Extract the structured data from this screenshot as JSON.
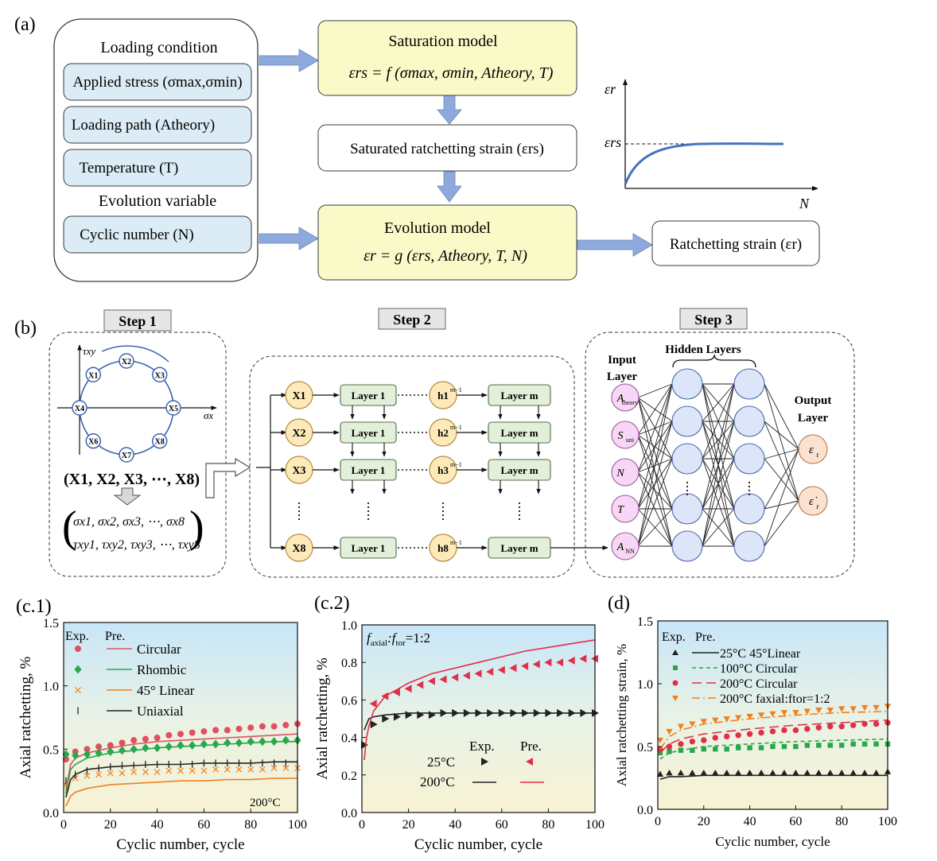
{
  "panel_a": {
    "label": "(a)",
    "loading_condition_title": "Loading condition",
    "applied_stress": "Applied stress (σmax,σmin)",
    "loading_path": "Loading path (Atheory)",
    "temperature": "Temperature (T)",
    "evolution_variable_title": "Evolution variable",
    "cyclic_number": "Cyclic number (N)",
    "saturation_model_title": "Saturation model",
    "saturation_equation": "εrs = f (σmax, σmin, Atheory, T)",
    "saturated_strain": "Saturated ratchetting strain (εrs)",
    "evolution_model_title": "Evolution model",
    "evolution_equation": "εr = g (εrs, Atheory, T, N)",
    "ratchetting_strain": "Ratchetting strain (εr)",
    "inset": {
      "ylabel": "εr",
      "saturation_label": "εrs",
      "xlabel": "N"
    },
    "colors": {
      "light_blue": "#dcecf6",
      "light_yellow": "#fafac8",
      "arrow": "#8eaadc",
      "curve": "#4472c4"
    }
  },
  "panel_b": {
    "label": "(b)",
    "step1": "Step 1",
    "step2": "Step 2",
    "step3": "Step 3",
    "axis_tau": "τxy",
    "axis_sigma": "σx",
    "circle_nodes": [
      "X1",
      "X2",
      "X3",
      "X4",
      "X5",
      "X6",
      "X7",
      "X8"
    ],
    "vector": "(X1, X2, X3, ⋯, X8)",
    "sigma_row": "σx1, σx2, σx3, ⋯, σx8",
    "tau_row": "τxy1, τxy2, τxy3, ⋯, τxy8",
    "rnn_inputs": [
      "X1",
      "X2",
      "X3",
      "X8"
    ],
    "layer1": "Layer 1",
    "layerm": "Layer m",
    "hidden_states": [
      "h1m−1",
      "h2m−1",
      "h3m−1",
      "h8m−1"
    ],
    "input_layer_label": "Input Layer",
    "hidden_layers_label": "Hidden Layers",
    "output_layer_label": "Output Layer",
    "input_nodes": [
      "Atheory",
      "Suni",
      "N",
      "T",
      "ANN"
    ],
    "output_nodes": [
      "εr",
      "ε̇r"
    ],
    "colors": {
      "yellow_node": "#fdeab8",
      "green_box": "#e2efd9",
      "pink_node": "#f7d7f5",
      "blue_node": "#dce6f8",
      "peach_node": "#fbe1cf"
    }
  },
  "panel_c1": {
    "label": "(c.1)",
    "chart_data": {
      "type": "scatter",
      "xlabel": "Cyclic number, cycle",
      "ylabel": "Axial ratchetting, %",
      "xlim": [
        0,
        100
      ],
      "ylim": [
        0,
        1.5
      ],
      "xticks": [
        0,
        20,
        40,
        60,
        80,
        100
      ],
      "yticks": [
        0.0,
        0.5,
        1.0,
        1.5
      ],
      "legend_headers": [
        "Exp.",
        "Pre."
      ],
      "annotation": "200°C",
      "series": [
        {
          "name": "Circular",
          "color": "#e05060",
          "marker": "circle",
          "exp_x": [
            1,
            5,
            10,
            15,
            20,
            25,
            30,
            35,
            40,
            45,
            50,
            55,
            60,
            65,
            70,
            75,
            80,
            85,
            90,
            95,
            100
          ],
          "exp_y": [
            0.42,
            0.48,
            0.5,
            0.52,
            0.53,
            0.55,
            0.57,
            0.58,
            0.59,
            0.61,
            0.62,
            0.63,
            0.64,
            0.65,
            0.65,
            0.66,
            0.67,
            0.68,
            0.68,
            0.69,
            0.7
          ],
          "pre_x": [
            1,
            3,
            5,
            10,
            20,
            30,
            40,
            50,
            60,
            70,
            80,
            90,
            100
          ],
          "pre_y": [
            0.18,
            0.38,
            0.43,
            0.47,
            0.51,
            0.54,
            0.56,
            0.57,
            0.58,
            0.59,
            0.6,
            0.61,
            0.62
          ]
        },
        {
          "name": "Rhombic",
          "color": "#27a84a",
          "marker": "diamond",
          "exp_x": [
            1,
            5,
            10,
            15,
            20,
            25,
            30,
            35,
            40,
            45,
            50,
            55,
            60,
            65,
            70,
            75,
            80,
            85,
            90,
            95,
            100
          ],
          "exp_y": [
            0.46,
            0.45,
            0.46,
            0.47,
            0.48,
            0.49,
            0.5,
            0.51,
            0.51,
            0.52,
            0.53,
            0.53,
            0.54,
            0.54,
            0.55,
            0.55,
            0.56,
            0.56,
            0.56,
            0.57,
            0.57
          ],
          "pre_x": [
            1,
            3,
            5,
            10,
            20,
            30,
            40,
            50,
            60,
            70,
            80,
            90,
            100
          ],
          "pre_y": [
            0.15,
            0.34,
            0.38,
            0.43,
            0.47,
            0.49,
            0.51,
            0.52,
            0.53,
            0.54,
            0.55,
            0.56,
            0.56
          ]
        },
        {
          "name": "45° Linear",
          "color": "#f08020",
          "marker": "x",
          "exp_x": [
            1,
            5,
            10,
            15,
            20,
            25,
            30,
            35,
            40,
            45,
            50,
            55,
            60,
            65,
            70,
            75,
            80,
            85,
            90,
            95,
            100
          ],
          "exp_y": [
            0.22,
            0.27,
            0.29,
            0.3,
            0.31,
            0.31,
            0.32,
            0.32,
            0.32,
            0.33,
            0.33,
            0.33,
            0.33,
            0.34,
            0.34,
            0.34,
            0.34,
            0.34,
            0.35,
            0.35,
            0.35
          ],
          "pre_x": [
            1,
            3,
            5,
            10,
            20,
            30,
            40,
            50,
            60,
            70,
            80,
            90,
            100
          ],
          "pre_y": [
            0.05,
            0.13,
            0.16,
            0.19,
            0.22,
            0.23,
            0.24,
            0.25,
            0.25,
            0.26,
            0.26,
            0.27,
            0.27
          ]
        },
        {
          "name": "Uniaxial",
          "color": "#222222",
          "marker": "plus",
          "exp_x": [
            1,
            5,
            10,
            15,
            20,
            25,
            30,
            35,
            40,
            45,
            50,
            55,
            60,
            65,
            70,
            75,
            80,
            85,
            90,
            95,
            100
          ],
          "exp_y": [
            0.25,
            0.3,
            0.33,
            0.35,
            0.36,
            0.37,
            0.37,
            0.38,
            0.38,
            0.38,
            0.38,
            0.38,
            0.39,
            0.39,
            0.39,
            0.39,
            0.39,
            0.39,
            0.39,
            0.39,
            0.39
          ],
          "pre_x": [
            1,
            3,
            5,
            10,
            20,
            30,
            40,
            50,
            60,
            70,
            80,
            90,
            100
          ],
          "pre_y": [
            0.12,
            0.26,
            0.3,
            0.34,
            0.36,
            0.37,
            0.38,
            0.38,
            0.39,
            0.39,
            0.39,
            0.4,
            0.4
          ]
        }
      ]
    }
  },
  "panel_c2": {
    "label": "(c.2)",
    "chart_data": {
      "type": "scatter",
      "xlabel": "Cyclic number, cycle",
      "ylabel": "Axial ratchetting, %",
      "xlim": [
        0,
        100
      ],
      "ylim": [
        0,
        1.0
      ],
      "xticks": [
        0,
        20,
        40,
        60,
        80,
        100
      ],
      "yticks": [
        0.0,
        0.2,
        0.4,
        0.6,
        0.8,
        1.0
      ],
      "annotation": "faxial:ftor=1:2",
      "legend_headers": [
        "Exp.",
        "Pre."
      ],
      "legend_rows": [
        "25°C",
        "200°C"
      ],
      "series": [
        {
          "name": "25°C",
          "color": "#222222",
          "marker": "triangle-right",
          "exp_x": [
            1,
            5,
            10,
            15,
            20,
            25,
            30,
            35,
            40,
            45,
            50,
            55,
            60,
            65,
            70,
            75,
            80,
            85,
            90,
            95,
            100
          ],
          "exp_y": [
            0.36,
            0.47,
            0.5,
            0.51,
            0.52,
            0.52,
            0.52,
            0.53,
            0.53,
            0.53,
            0.53,
            0.53,
            0.53,
            0.53,
            0.53,
            0.53,
            0.53,
            0.53,
            0.53,
            0.53,
            0.53
          ],
          "pre_x": [
            1,
            3,
            5,
            10,
            20,
            30,
            40,
            50,
            60,
            70,
            80,
            90,
            100
          ],
          "pre_y": [
            0.44,
            0.5,
            0.51,
            0.52,
            0.53,
            0.53,
            0.53,
            0.53,
            0.53,
            0.53,
            0.53,
            0.53,
            0.53
          ]
        },
        {
          "name": "200°C",
          "color": "#e03048",
          "marker": "triangle-left",
          "exp_x": [
            5,
            10,
            15,
            20,
            25,
            30,
            35,
            40,
            45,
            50,
            55,
            60,
            65,
            70,
            75,
            80,
            85,
            90,
            95,
            100
          ],
          "exp_y": [
            0.58,
            0.62,
            0.64,
            0.66,
            0.68,
            0.7,
            0.71,
            0.72,
            0.73,
            0.74,
            0.75,
            0.76,
            0.77,
            0.78,
            0.79,
            0.8,
            0.8,
            0.81,
            0.82,
            0.82
          ],
          "pre_x": [
            1,
            2,
            3,
            5,
            10,
            20,
            30,
            40,
            50,
            60,
            70,
            80,
            90,
            100
          ],
          "pre_y": [
            0.28,
            0.4,
            0.46,
            0.54,
            0.62,
            0.69,
            0.74,
            0.77,
            0.8,
            0.83,
            0.86,
            0.88,
            0.9,
            0.92
          ]
        }
      ]
    }
  },
  "panel_d": {
    "label": "(d)",
    "chart_data": {
      "type": "scatter",
      "xlabel": "Cyclic number, cycle",
      "ylabel": "Axial ratchetting strain, %",
      "xlim": [
        0,
        100
      ],
      "ylim": [
        0,
        1.5
      ],
      "xticks": [
        0,
        20,
        40,
        60,
        80,
        100
      ],
      "yticks": [
        0.0,
        0.5,
        1.0,
        1.5
      ],
      "legend_headers": [
        "Exp.",
        "Pre."
      ],
      "series": [
        {
          "name": "25°C   45°Linear",
          "color": "#222222",
          "marker": "triangle-up",
          "dash": "",
          "exp_x": [
            1,
            5,
            10,
            15,
            20,
            25,
            30,
            35,
            40,
            45,
            50,
            55,
            60,
            65,
            70,
            75,
            80,
            85,
            90,
            95,
            100
          ],
          "exp_y": [
            0.28,
            0.29,
            0.29,
            0.29,
            0.29,
            0.29,
            0.29,
            0.29,
            0.29,
            0.29,
            0.29,
            0.29,
            0.29,
            0.29,
            0.29,
            0.29,
            0.29,
            0.29,
            0.29,
            0.29,
            0.3
          ],
          "pre_x": [
            1,
            5,
            10,
            20,
            40,
            60,
            80,
            100
          ],
          "pre_y": [
            0.24,
            0.26,
            0.26,
            0.27,
            0.27,
            0.27,
            0.27,
            0.27
          ]
        },
        {
          "name": "100°C   Circular",
          "color": "#27a84a",
          "marker": "square",
          "dash": "5,4",
          "exp_x": [
            1,
            5,
            10,
            15,
            20,
            25,
            30,
            35,
            40,
            45,
            50,
            55,
            60,
            65,
            70,
            75,
            80,
            85,
            90,
            95,
            100
          ],
          "exp_y": [
            0.45,
            0.46,
            0.47,
            0.47,
            0.48,
            0.48,
            0.48,
            0.49,
            0.49,
            0.49,
            0.5,
            0.5,
            0.5,
            0.51,
            0.51,
            0.51,
            0.51,
            0.52,
            0.52,
            0.52,
            0.52
          ],
          "pre_x": [
            1,
            5,
            10,
            20,
            40,
            60,
            80,
            100
          ],
          "pre_y": [
            0.4,
            0.45,
            0.47,
            0.5,
            0.52,
            0.54,
            0.55,
            0.56
          ]
        },
        {
          "name": "200°C   Circular",
          "color": "#e03048",
          "marker": "circle",
          "dash": "12,6",
          "exp_x": [
            1,
            5,
            10,
            15,
            20,
            25,
            30,
            35,
            40,
            45,
            50,
            55,
            60,
            65,
            70,
            75,
            80,
            85,
            90,
            95,
            100
          ],
          "exp_y": [
            0.48,
            0.5,
            0.52,
            0.54,
            0.55,
            0.57,
            0.58,
            0.59,
            0.6,
            0.61,
            0.62,
            0.63,
            0.63,
            0.64,
            0.65,
            0.66,
            0.66,
            0.67,
            0.68,
            0.68,
            0.69
          ],
          "pre_x": [
            1,
            5,
            10,
            20,
            40,
            60,
            80,
            100
          ],
          "pre_y": [
            0.45,
            0.52,
            0.56,
            0.6,
            0.64,
            0.67,
            0.69,
            0.71
          ]
        },
        {
          "name": "200°C   faxial:ftor=1:2",
          "color": "#f08020",
          "marker": "triangle-down",
          "dash": "10,4,2,4",
          "exp_x": [
            1,
            5,
            10,
            15,
            20,
            25,
            30,
            35,
            40,
            45,
            50,
            55,
            60,
            65,
            70,
            75,
            80,
            85,
            90,
            95,
            100
          ],
          "exp_y": [
            0.55,
            0.62,
            0.66,
            0.68,
            0.7,
            0.71,
            0.72,
            0.73,
            0.74,
            0.75,
            0.76,
            0.77,
            0.77,
            0.78,
            0.79,
            0.79,
            0.8,
            0.8,
            0.81,
            0.81,
            0.82
          ],
          "pre_x": [
            1,
            5,
            10,
            20,
            40,
            60,
            80,
            100
          ],
          "pre_y": [
            0.48,
            0.58,
            0.63,
            0.68,
            0.72,
            0.75,
            0.77,
            0.78
          ]
        }
      ]
    }
  }
}
